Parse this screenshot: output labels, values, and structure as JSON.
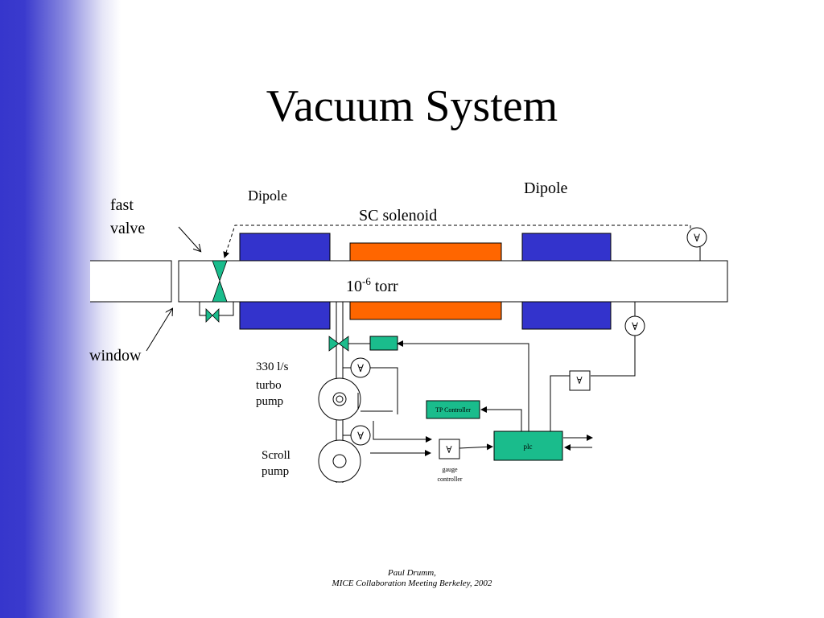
{
  "slide": {
    "title": "Vacuum System",
    "footer_line1": "Paul Drumm,",
    "footer_line2": "MICE Collaboration Meeting Berkeley, 2002"
  },
  "labels": {
    "fast": "fast",
    "valve": "valve",
    "window": "window",
    "dipole_left": "Dipole",
    "dipole_right": "Dipole",
    "sc_solenoid": "SC solenoid",
    "pressure_base": "10",
    "pressure_exp": "-6",
    "pressure_unit": " torr",
    "turbo_speed": "330 l/s",
    "turbo": "turbo",
    "turbo_pump": "pump",
    "scroll": "Scroll",
    "scroll_pump": "pump",
    "tp_controller": "TP Controller",
    "plc": "plc",
    "gauge": "gauge",
    "controller": "controller",
    "gauge_symbol": "∀"
  },
  "colors": {
    "dipole": "#3333cc",
    "solenoid": "#ff6600",
    "valve": "#1abc8c",
    "controller_box": "#1abc8c",
    "sidebar": "#3636cc"
  }
}
